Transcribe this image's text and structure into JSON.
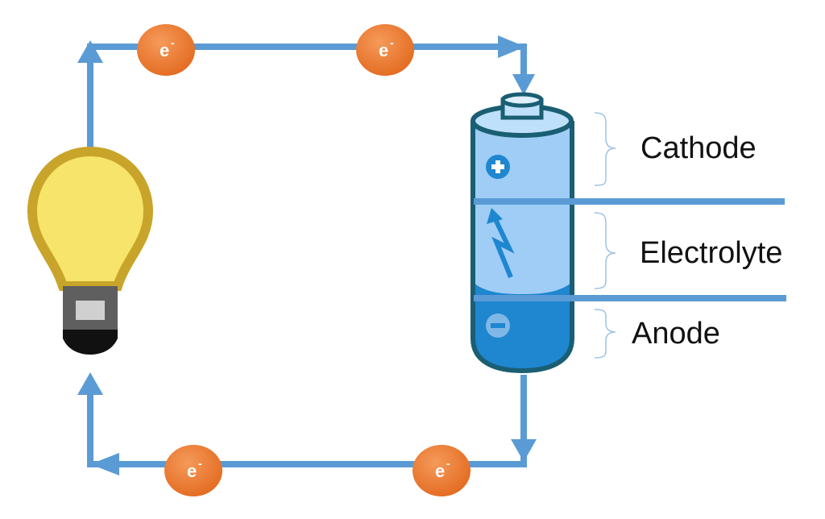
{
  "electron": {
    "symbol": "e",
    "charge": "-"
  },
  "labels": {
    "cathode": "Cathode",
    "electrolyte": "Electrolyte",
    "anode": "Anode"
  },
  "colors": {
    "wire": "#5b9bd5",
    "electron": "#ed7d31",
    "battery_outline": "#1a5e73",
    "battery_light": "#9fcdf5",
    "battery_dark": "#1f86d0",
    "bulb_glass": "#f7e46a",
    "bulb_outline": "#c8a52a",
    "bulb_base": "#5f5f5f"
  },
  "icons": {
    "plus": "plus-circle-icon",
    "minus": "minus-circle-icon",
    "lightning": "lightning-bolt-icon",
    "bulb": "light-bulb-icon",
    "battery": "battery-icon"
  }
}
